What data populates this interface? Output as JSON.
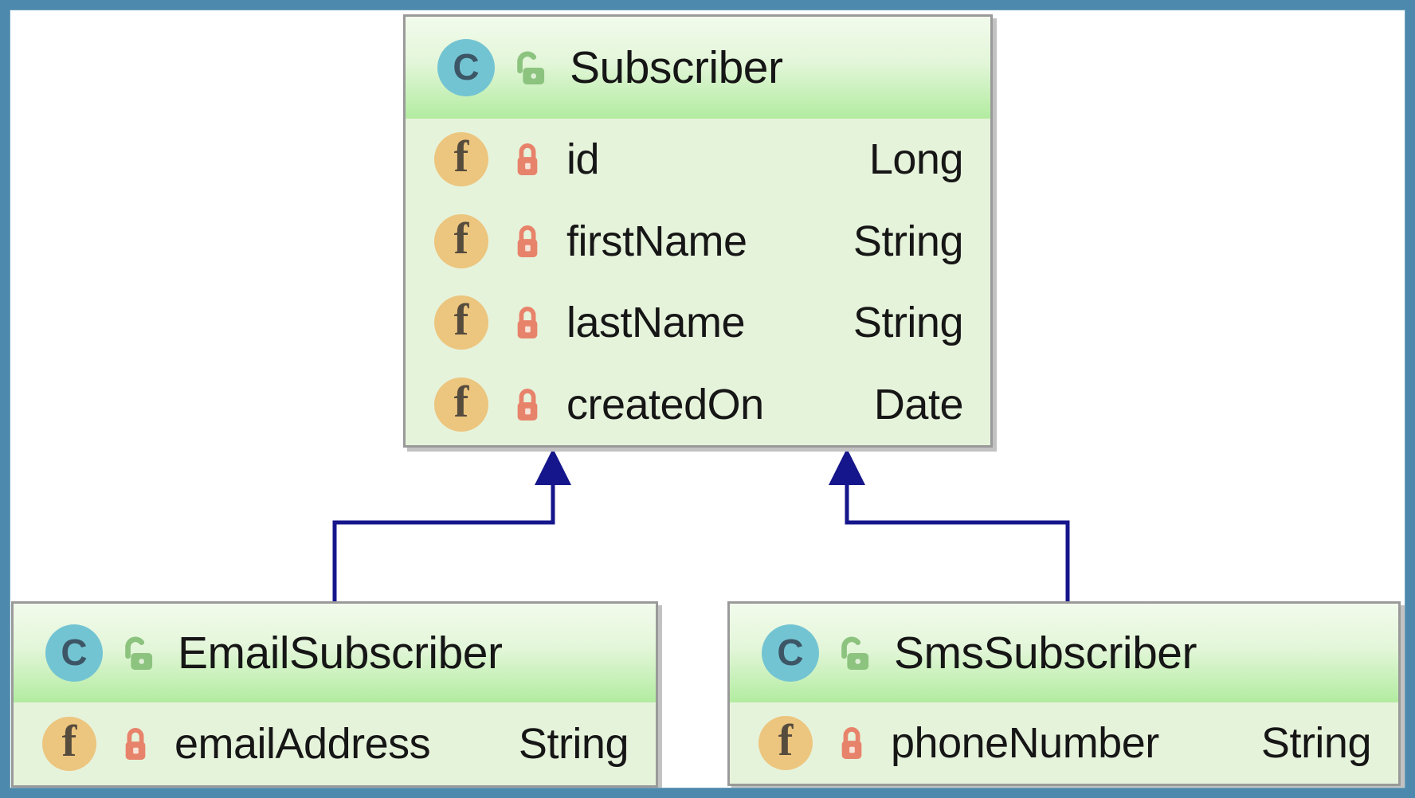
{
  "diagram": {
    "kind": "uml-class-diagram",
    "icons": {
      "class_glyph": "C",
      "field_glyph": "f"
    },
    "colors": {
      "frame": "#4d89ac",
      "connector": "#15158c",
      "header_gradient_top": "#f2fbec",
      "header_gradient_bottom": "#b2eca0",
      "body_background": "#e6f3db",
      "box_border": "#9a9a9a",
      "class_icon": "#73c4d3",
      "field_icon": "#ecc57e",
      "lock_icon": "#e8836b",
      "unlock_icon": "#8cc37f"
    },
    "classes": [
      {
        "name": "Subscriber",
        "fields": [
          {
            "name": "id",
            "type": "Long"
          },
          {
            "name": "firstName",
            "type": "String"
          },
          {
            "name": "lastName",
            "type": "String"
          },
          {
            "name": "createdOn",
            "type": "Date"
          }
        ]
      },
      {
        "name": "EmailSubscriber",
        "fields": [
          {
            "name": "emailAddress",
            "type": "String"
          }
        ]
      },
      {
        "name": "SmsSubscriber",
        "fields": [
          {
            "name": "phoneNumber",
            "type": "String"
          }
        ]
      }
    ],
    "relations": [
      {
        "from": "EmailSubscriber",
        "to": "Subscriber",
        "kind": "inheritance"
      },
      {
        "from": "SmsSubscriber",
        "to": "Subscriber",
        "kind": "inheritance"
      }
    ]
  }
}
